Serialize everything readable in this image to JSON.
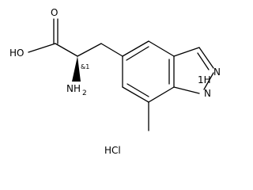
{
  "molecule": {
    "atoms": {
      "carbonyl_oxygen": "O",
      "hydroxyl": "HO",
      "amine_main": "NH",
      "amine_sub": "2",
      "stereo_descriptor": "&1",
      "ring_nitrogen": "N",
      "ring_nh": "1H"
    },
    "salt": "HCl"
  }
}
